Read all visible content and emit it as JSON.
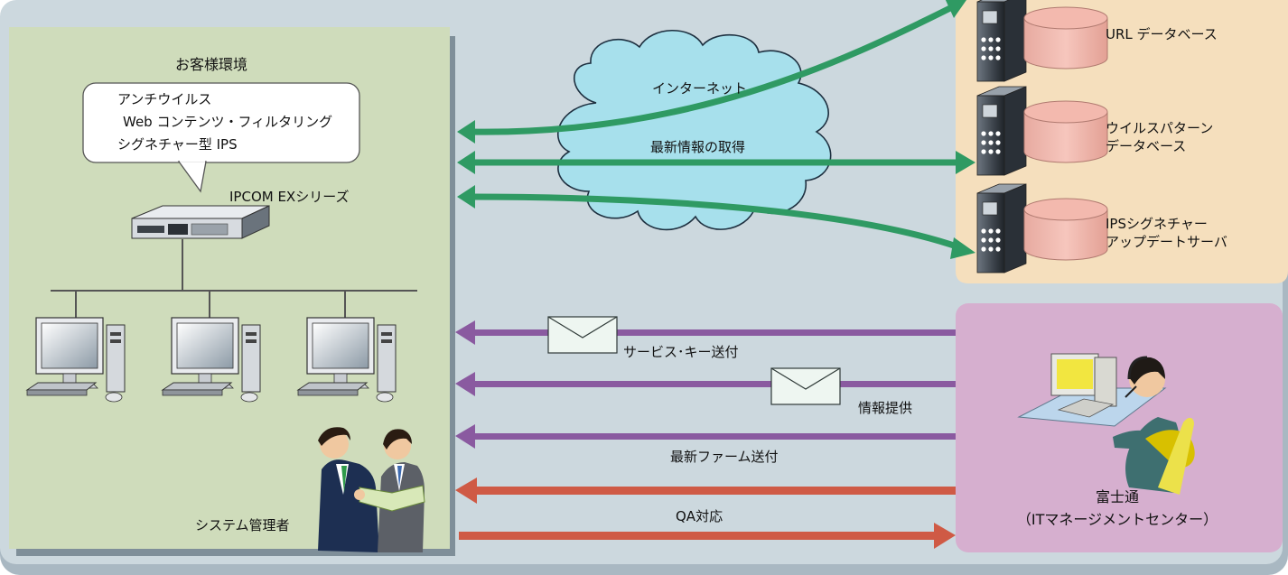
{
  "customer": {
    "title": "お客様環境",
    "bubble_lines": [
      "アンチウイルス",
      "Web コンテンツ・フィルタリング",
      "シグネチャー型 IPS"
    ],
    "device_label": "IPCOM EXシリーズ",
    "admin_label": "システム管理者"
  },
  "cloud": {
    "label": "インターネット",
    "sub_label": "最新情報の取得"
  },
  "servers": [
    {
      "label": "URL データベース"
    },
    {
      "label": "ウイルスパターン\nデータベース"
    },
    {
      "label": "IPSシグネチャー\nアップデートサーバ"
    }
  ],
  "support": {
    "flows": [
      {
        "label": "サービス･キー送付"
      },
      {
        "label": "情報提供"
      },
      {
        "label": "最新ファーム送付"
      },
      {
        "label": ""
      },
      {
        "label": "QA対応"
      }
    ],
    "center_label": "富士通\n（ITマネージメントセンター）"
  },
  "colors": {
    "frame": "#a9b8c2",
    "inner_bg": "#ccd8de",
    "customer_bg": "#cfdcbb",
    "server_bg": "#f5dfbd",
    "center_bg": "#d6afcf",
    "cloud": "#a7e0ec",
    "green_arrow": "#2f9a63",
    "purple_arrow": "#8a5aa0",
    "red_arrow": "#cf5a45"
  }
}
